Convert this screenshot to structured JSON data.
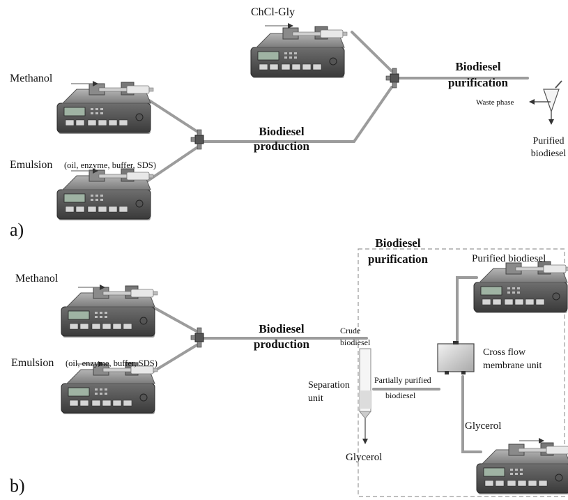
{
  "panel_a": {
    "label": "a)",
    "chcl_gly": "ChCl-Gly",
    "methanol": "Methanol",
    "emulsion": "Emulsion",
    "emulsion_detail": "(oil, enzyme, buffer, SDS)",
    "production_line1": "Biodiesel",
    "production_line2": "production",
    "purification_line1": "Biodiesel",
    "purification_line2": "purification",
    "waste_phase": "Waste phase",
    "purified_line1": "Purified",
    "purified_line2": "biodiesel"
  },
  "panel_b": {
    "label": "b)",
    "methanol": "Methanol",
    "emulsion": "Emulsion",
    "emulsion_detail": "(oil, enzyme, buffer, SDS)",
    "production_line1": "Biodiesel",
    "production_line2": "production",
    "purification_line1": "Biodiesel",
    "purification_line2": "purification",
    "purified_biodiesel": "Purified biodiesel",
    "crude_line1": "Crude",
    "crude_line2": "biodiesel",
    "cross_flow_line1": "Cross flow",
    "cross_flow_line2": "membrane  unit",
    "separation_line1": "Separation",
    "separation_line2": "unit",
    "partially_line1": "Partially purified",
    "partially_line2": "biodiesel",
    "glycerol_right": "Glycerol",
    "glycerol_bottom": "Glycerol"
  }
}
